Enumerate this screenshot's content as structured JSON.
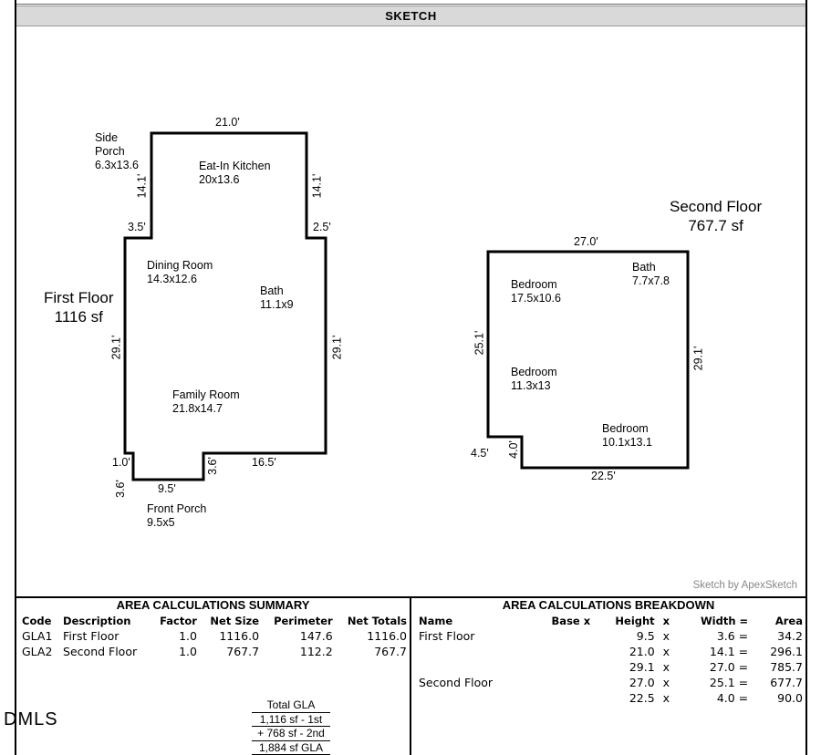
{
  "header": {
    "title": "SKETCH"
  },
  "sketch": {
    "first_floor": {
      "label": "First Floor",
      "area": "1116 sf",
      "dims": {
        "top": "21.0'",
        "kitchen_left": "14.1'",
        "kitchen_right": "14.1'",
        "notch_left": "3.5'",
        "notch_right": "2.5'",
        "left": "29.1'",
        "right": "29.1'",
        "bottom_right": "16.5'",
        "step_left": "1.0'",
        "porch_left": "3.6'",
        "porch_bottom": "9.5'",
        "porch_right": "3.6'"
      },
      "rooms": [
        {
          "name": "Side\nPorch\n6.3x13.6"
        },
        {
          "name": "Eat-In Kitchen\n20x13.6"
        },
        {
          "name": "Dining Room\n14.3x12.6"
        },
        {
          "name": "Bath\n11.1x9"
        },
        {
          "name": "Family Room\n21.8x14.7"
        },
        {
          "name": "Front Porch\n9.5x5"
        }
      ]
    },
    "second_floor": {
      "label": "Second Floor",
      "area": "767.7 sf",
      "dims": {
        "top": "27.0'",
        "left": "25.1'",
        "right": "29.1'",
        "bottom": "22.5'",
        "notch_left": "4.5'",
        "notch_up": "4.0'"
      },
      "rooms": [
        {
          "name": "Bedroom\n17.5x10.6"
        },
        {
          "name": "Bath\n7.7x7.8"
        },
        {
          "name": "Bedroom\n11.3x13"
        },
        {
          "name": "Bedroom\n10.1x13.1"
        }
      ]
    },
    "credit": "Sketch by ApexSketch"
  },
  "summary": {
    "title": "AREA CALCULATIONS SUMMARY",
    "columns": [
      "Code",
      "Description",
      "Factor",
      "Net Size",
      "Perimeter",
      "Net Totals"
    ],
    "rows": [
      [
        "GLA1",
        "First Floor",
        "1.0",
        "1116.0",
        "147.6",
        "1116.0"
      ],
      [
        "GLA2",
        "Second Floor",
        "1.0",
        "767.7",
        "112.2",
        "767.7"
      ]
    ],
    "gla": [
      "Total GLA",
      "1,116 sf - 1st",
      "+ 768 sf - 2nd",
      "1,884 sf GLA"
    ]
  },
  "breakdown": {
    "title": "AREA CALCULATIONS BREAKDOWN",
    "columns": [
      "Name",
      "Base x",
      "Height",
      "x",
      "Width =",
      "Area"
    ],
    "rows": [
      [
        "First Floor",
        "",
        "9.5",
        "x",
        "3.6 =",
        "34.2"
      ],
      [
        "",
        "",
        "21.0",
        "x",
        "14.1 =",
        "296.1"
      ],
      [
        "",
        "",
        "29.1",
        "x",
        "27.0 =",
        "785.7"
      ],
      [
        "Second Floor",
        "",
        "27.0",
        "x",
        "25.1 =",
        "677.7"
      ],
      [
        "",
        "",
        "22.5",
        "x",
        "4.0 =",
        "90.0"
      ]
    ]
  },
  "watermark": "DMLS"
}
